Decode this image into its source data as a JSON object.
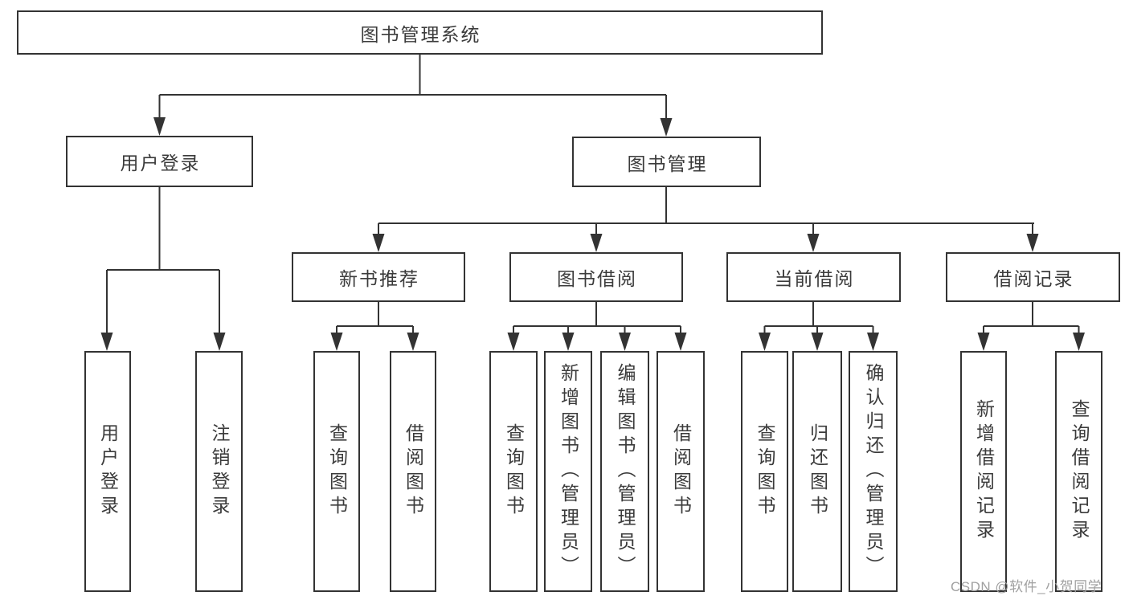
{
  "diagram": {
    "title": "图书管理系统",
    "root": {
      "label": "图书管理系统",
      "children": [
        {
          "label": "用户登录",
          "children": [
            {
              "label": "用户登录"
            },
            {
              "label": "注销登录"
            }
          ]
        },
        {
          "label": "图书管理",
          "children": [
            {
              "label": "新书推荐",
              "children": [
                {
                  "label": "查询图书"
                },
                {
                  "label": "借阅图书"
                }
              ]
            },
            {
              "label": "图书借阅",
              "children": [
                {
                  "label": "查询图书"
                },
                {
                  "label": "新增图书（管理员）"
                },
                {
                  "label": "编辑图书（管理员）"
                },
                {
                  "label": "借阅图书"
                }
              ]
            },
            {
              "label": "当前借阅",
              "children": [
                {
                  "label": "查询图书"
                },
                {
                  "label": "归还图书"
                },
                {
                  "label": "确认归还（管理员）"
                }
              ]
            },
            {
              "label": "借阅记录",
              "children": [
                {
                  "label": "新增借阅记录"
                },
                {
                  "label": "查询借阅记录"
                }
              ]
            }
          ]
        }
      ]
    }
  },
  "watermark": {
    "text": "CSDN @软件_小贺同学"
  },
  "colors": {
    "line": "#333333",
    "box_border": "#333333",
    "text": "#3b3b3b",
    "watermark": "#a0a0a0",
    "background": "#ffffff"
  }
}
